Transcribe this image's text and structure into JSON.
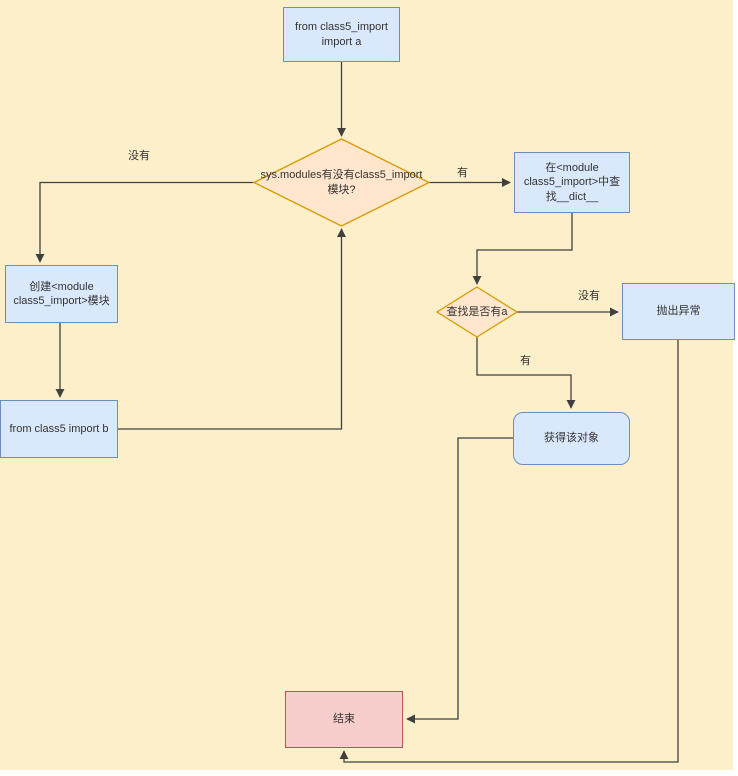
{
  "diagram": {
    "nodes": {
      "start": {
        "label": "from class5_import\nimport a"
      },
      "check_module": {
        "label": "sys.modules有没有class5_import\n模块?"
      },
      "lookup_dict": {
        "label": "在<module\nclass5_import>中查\n找__dict__"
      },
      "create_module": {
        "label": "创建<module\nclass5_import>模块"
      },
      "import_b": {
        "label": "from class5 import b"
      },
      "check_attr": {
        "label": "查找是否有a"
      },
      "throw_exception": {
        "label": "抛出异常"
      },
      "get_object": {
        "label": "获得该对象"
      },
      "end": {
        "label": "结束"
      }
    },
    "edge_labels": {
      "check_module_no": "没有",
      "check_module_yes": "有",
      "check_attr_no": "没有",
      "check_attr_yes": "有"
    },
    "colors": {
      "canvas_background": "#fcefc9",
      "process_fill": "#dae8fc",
      "process_border": "#6c8ebf",
      "decision_fill": "#ffe6cc",
      "decision_border": "#d79b00",
      "end_fill": "#f8cecc",
      "end_border": "#b85450",
      "edge_stroke": "#404040",
      "text": "#333333"
    }
  }
}
